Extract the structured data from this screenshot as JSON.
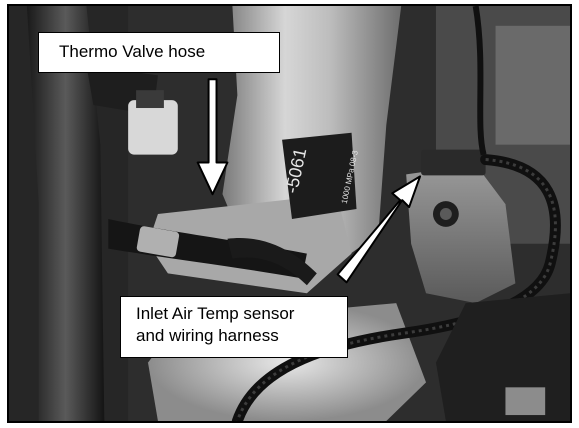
{
  "callouts": {
    "thermo_valve": "Thermo Valve hose",
    "inlet_air_line1": "Inlet Air Temp sensor",
    "inlet_air_line2": "and wiring harness"
  },
  "tube_marking": {
    "line1": "-5061",
    "line2": "1000 MPa 08-3"
  },
  "colors": {
    "frame": "#000000",
    "callout_fill": "#ffffff",
    "arrow_fill": "#ffffff"
  }
}
